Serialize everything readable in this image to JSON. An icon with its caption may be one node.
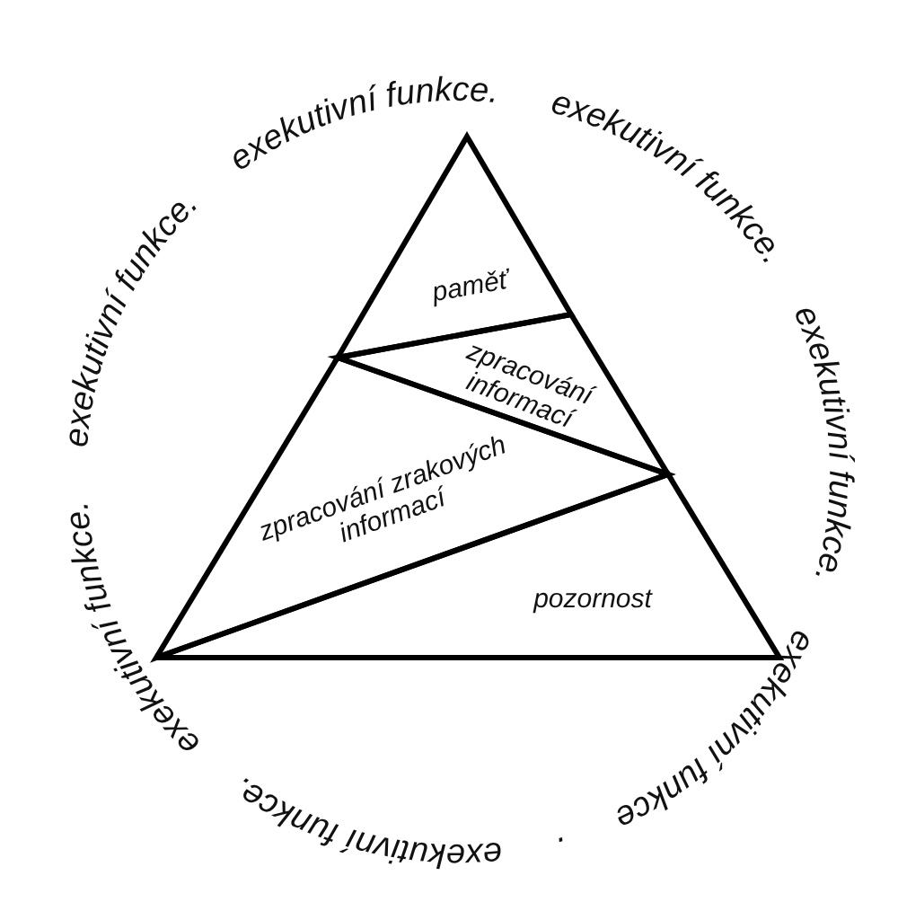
{
  "diagram": {
    "nodes": [
      {
        "text": [
          "paměť"
        ]
      },
      {
        "text": [
          "zpracování informací"
        ]
      },
      {
        "text": [
          "zpracování zrakových informací"
        ]
      },
      {
        "text": [
          "pozornost"
        ]
      }
    ],
    "labels": [
      "exekutivní funkce.",
      "exekutivní funkce.",
      "exekutivní funkce.",
      "exekutivní funkce",
      "·",
      "exekutivní funkce.",
      "exekutivní funkce.",
      "exekutivní funkce."
    ]
  }
}
